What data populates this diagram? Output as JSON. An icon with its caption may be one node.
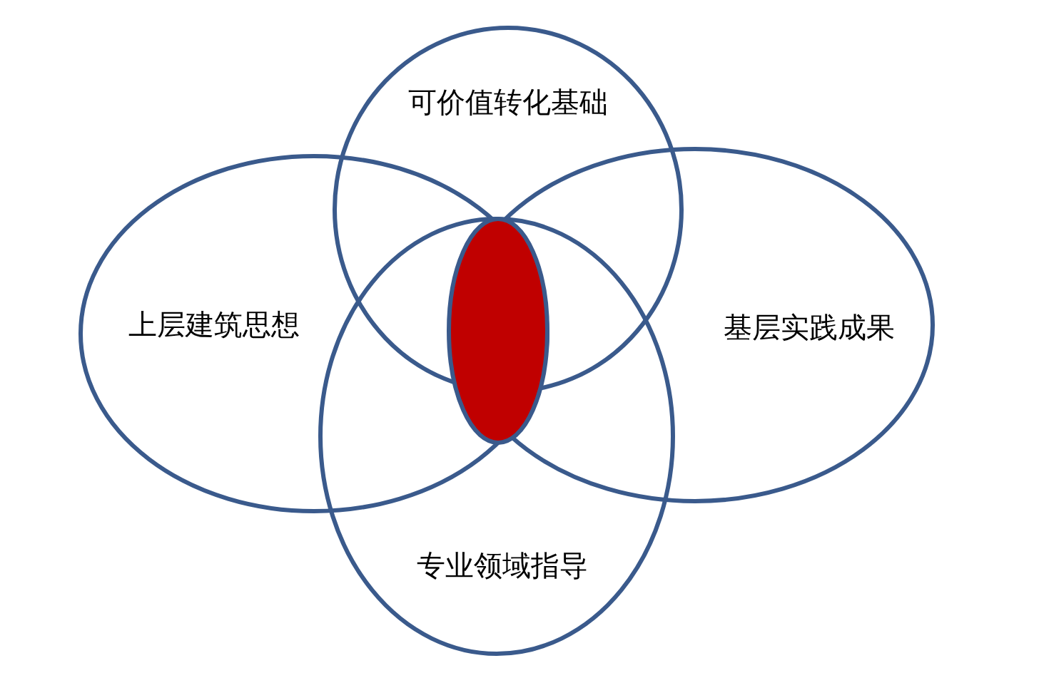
{
  "diagram": {
    "nodes": [
      {
        "text": [
          "可价值转化基础"
        ]
      },
      {
        "text": [
          "上层建筑思想"
        ]
      },
      {
        "text": [
          "基层实践成果"
        ]
      },
      {
        "text": [
          "专业领域指导"
        ]
      },
      {
        "text": [],
        "shape": "ellipse"
      }
    ]
  }
}
